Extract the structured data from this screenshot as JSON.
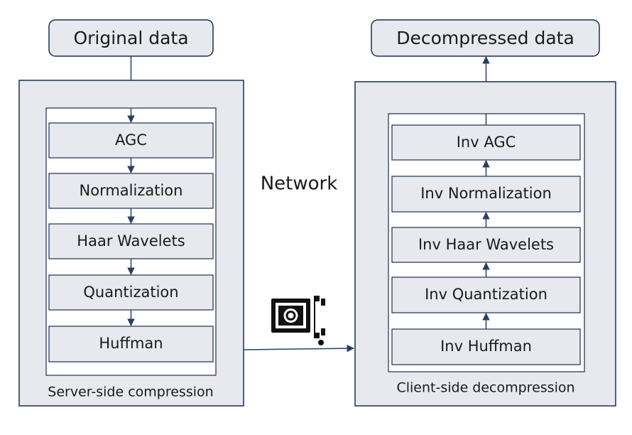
{
  "top_nodes": {
    "original_data": "Original data",
    "decompressed_data": "Decompressed data"
  },
  "server": {
    "caption": "Server-side compression",
    "steps": [
      "AGC",
      "Normalization",
      "Haar Wavelets",
      "Quantization",
      "Huffman"
    ]
  },
  "client": {
    "caption": "Client-side decompression",
    "steps": [
      "Inv AGC",
      "Inv Normalization",
      "Inv Haar Wavelets",
      "Inv Quantization",
      "Inv Huffman"
    ]
  },
  "network_label": "Network",
  "icons": {
    "compression": "file-compression-clamp-icon"
  },
  "colors": {
    "arrow": "#2b3f63",
    "panel_fill": "#e8e9ee",
    "node_fill": "#e8e9ee",
    "border": "#1f2d4d"
  }
}
